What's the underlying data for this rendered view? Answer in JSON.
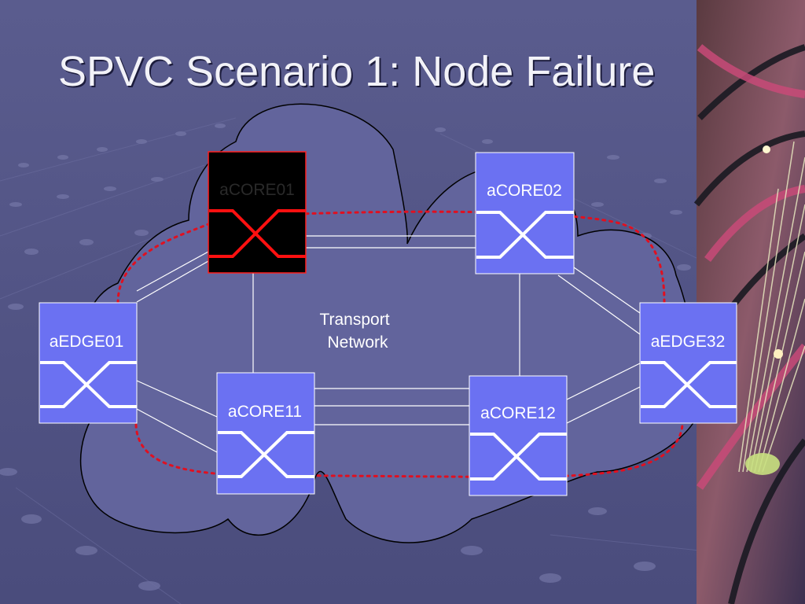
{
  "slide": {
    "title": "SPVC Scenario 1: Node Failure"
  },
  "network": {
    "cloud_label_line1": "Transport",
    "cloud_label_line2": "Network",
    "nodes": {
      "acore01": "aCORE01",
      "acore02": "aCORE02",
      "aedge01": "aEDGE01",
      "aedge32": "aEDGE32",
      "acore11": "aCORE11",
      "acore12": "aCORE12"
    },
    "failed_node": "aCORE01"
  },
  "colors": {
    "background": "#565888",
    "cloud_fill": "#62649c",
    "node_fill": "#6b71f2",
    "failed_node_fill": "#000000",
    "failed_node_accent": "#ff0000",
    "path_dotted": "#e01020",
    "link_line": "#ffffff"
  }
}
